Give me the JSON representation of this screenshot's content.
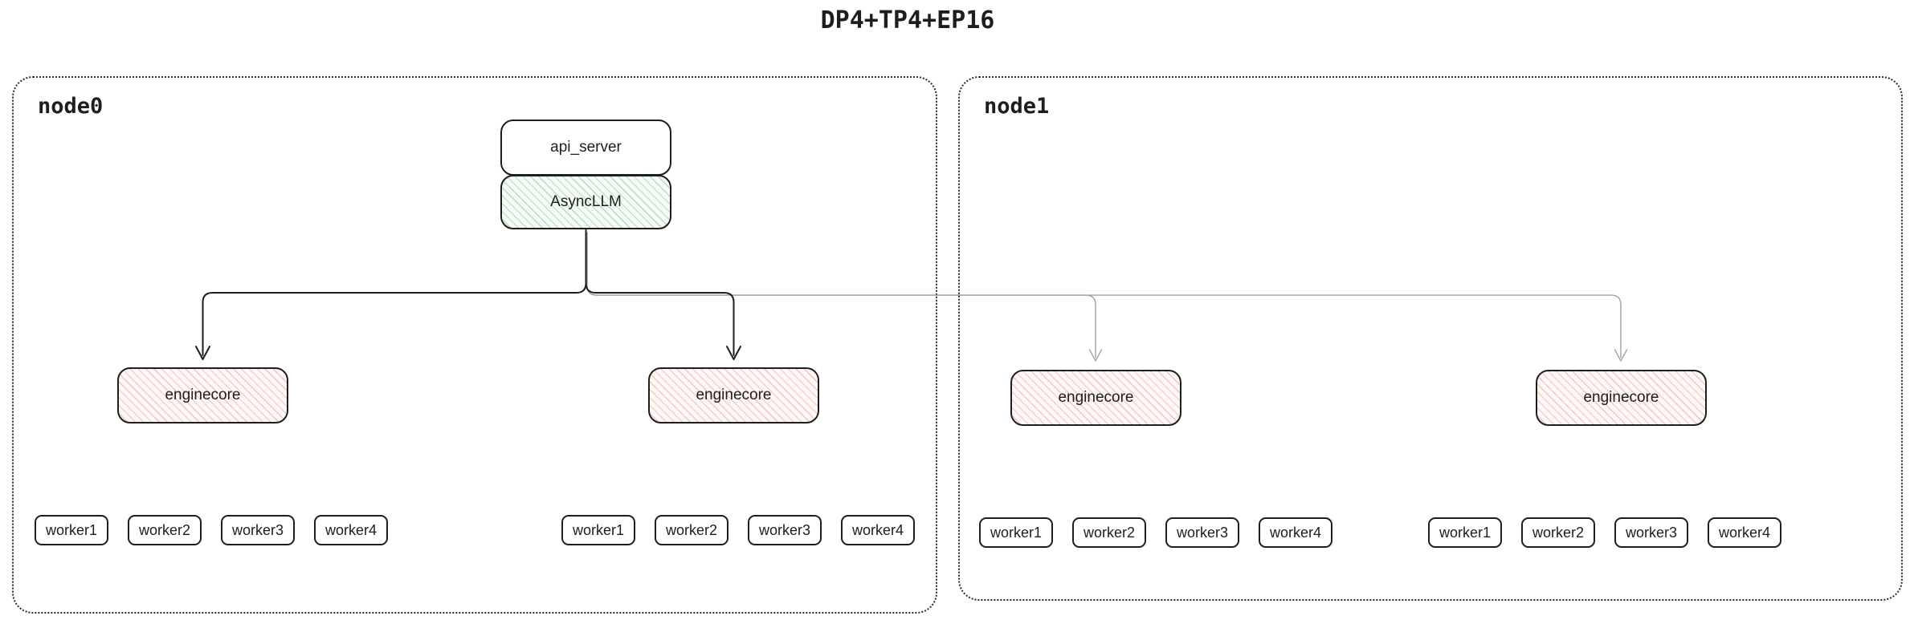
{
  "title": "DP4+TP4+EP16",
  "node0": {
    "label": "node0",
    "api_server": {
      "label": "api_server"
    },
    "asyncllm": {
      "label": "AsyncLLM"
    },
    "enginecores": [
      {
        "label": "enginecore",
        "workers": [
          "worker1",
          "worker2",
          "worker3",
          "worker4"
        ]
      },
      {
        "label": "enginecore",
        "workers": [
          "worker1",
          "worker2",
          "worker3",
          "worker4"
        ]
      }
    ]
  },
  "node1": {
    "label": "node1",
    "enginecores": [
      {
        "label": "enginecore",
        "workers": [
          "worker1",
          "worker2",
          "worker3",
          "worker4"
        ]
      },
      {
        "label": "enginecore",
        "workers": [
          "worker1",
          "worker2",
          "worker3",
          "worker4"
        ]
      }
    ]
  },
  "colors": {
    "border": "#1e1e1e",
    "connector_dark": "#1e1e1e",
    "connector_light": "#999999",
    "asyncllm_hatch": "#b5ddbd",
    "asyncllm_fill": "#f6fbf7",
    "enginecore_hatch": "#f0c4c0",
    "enginecore_fill": "#fdf7f6"
  }
}
